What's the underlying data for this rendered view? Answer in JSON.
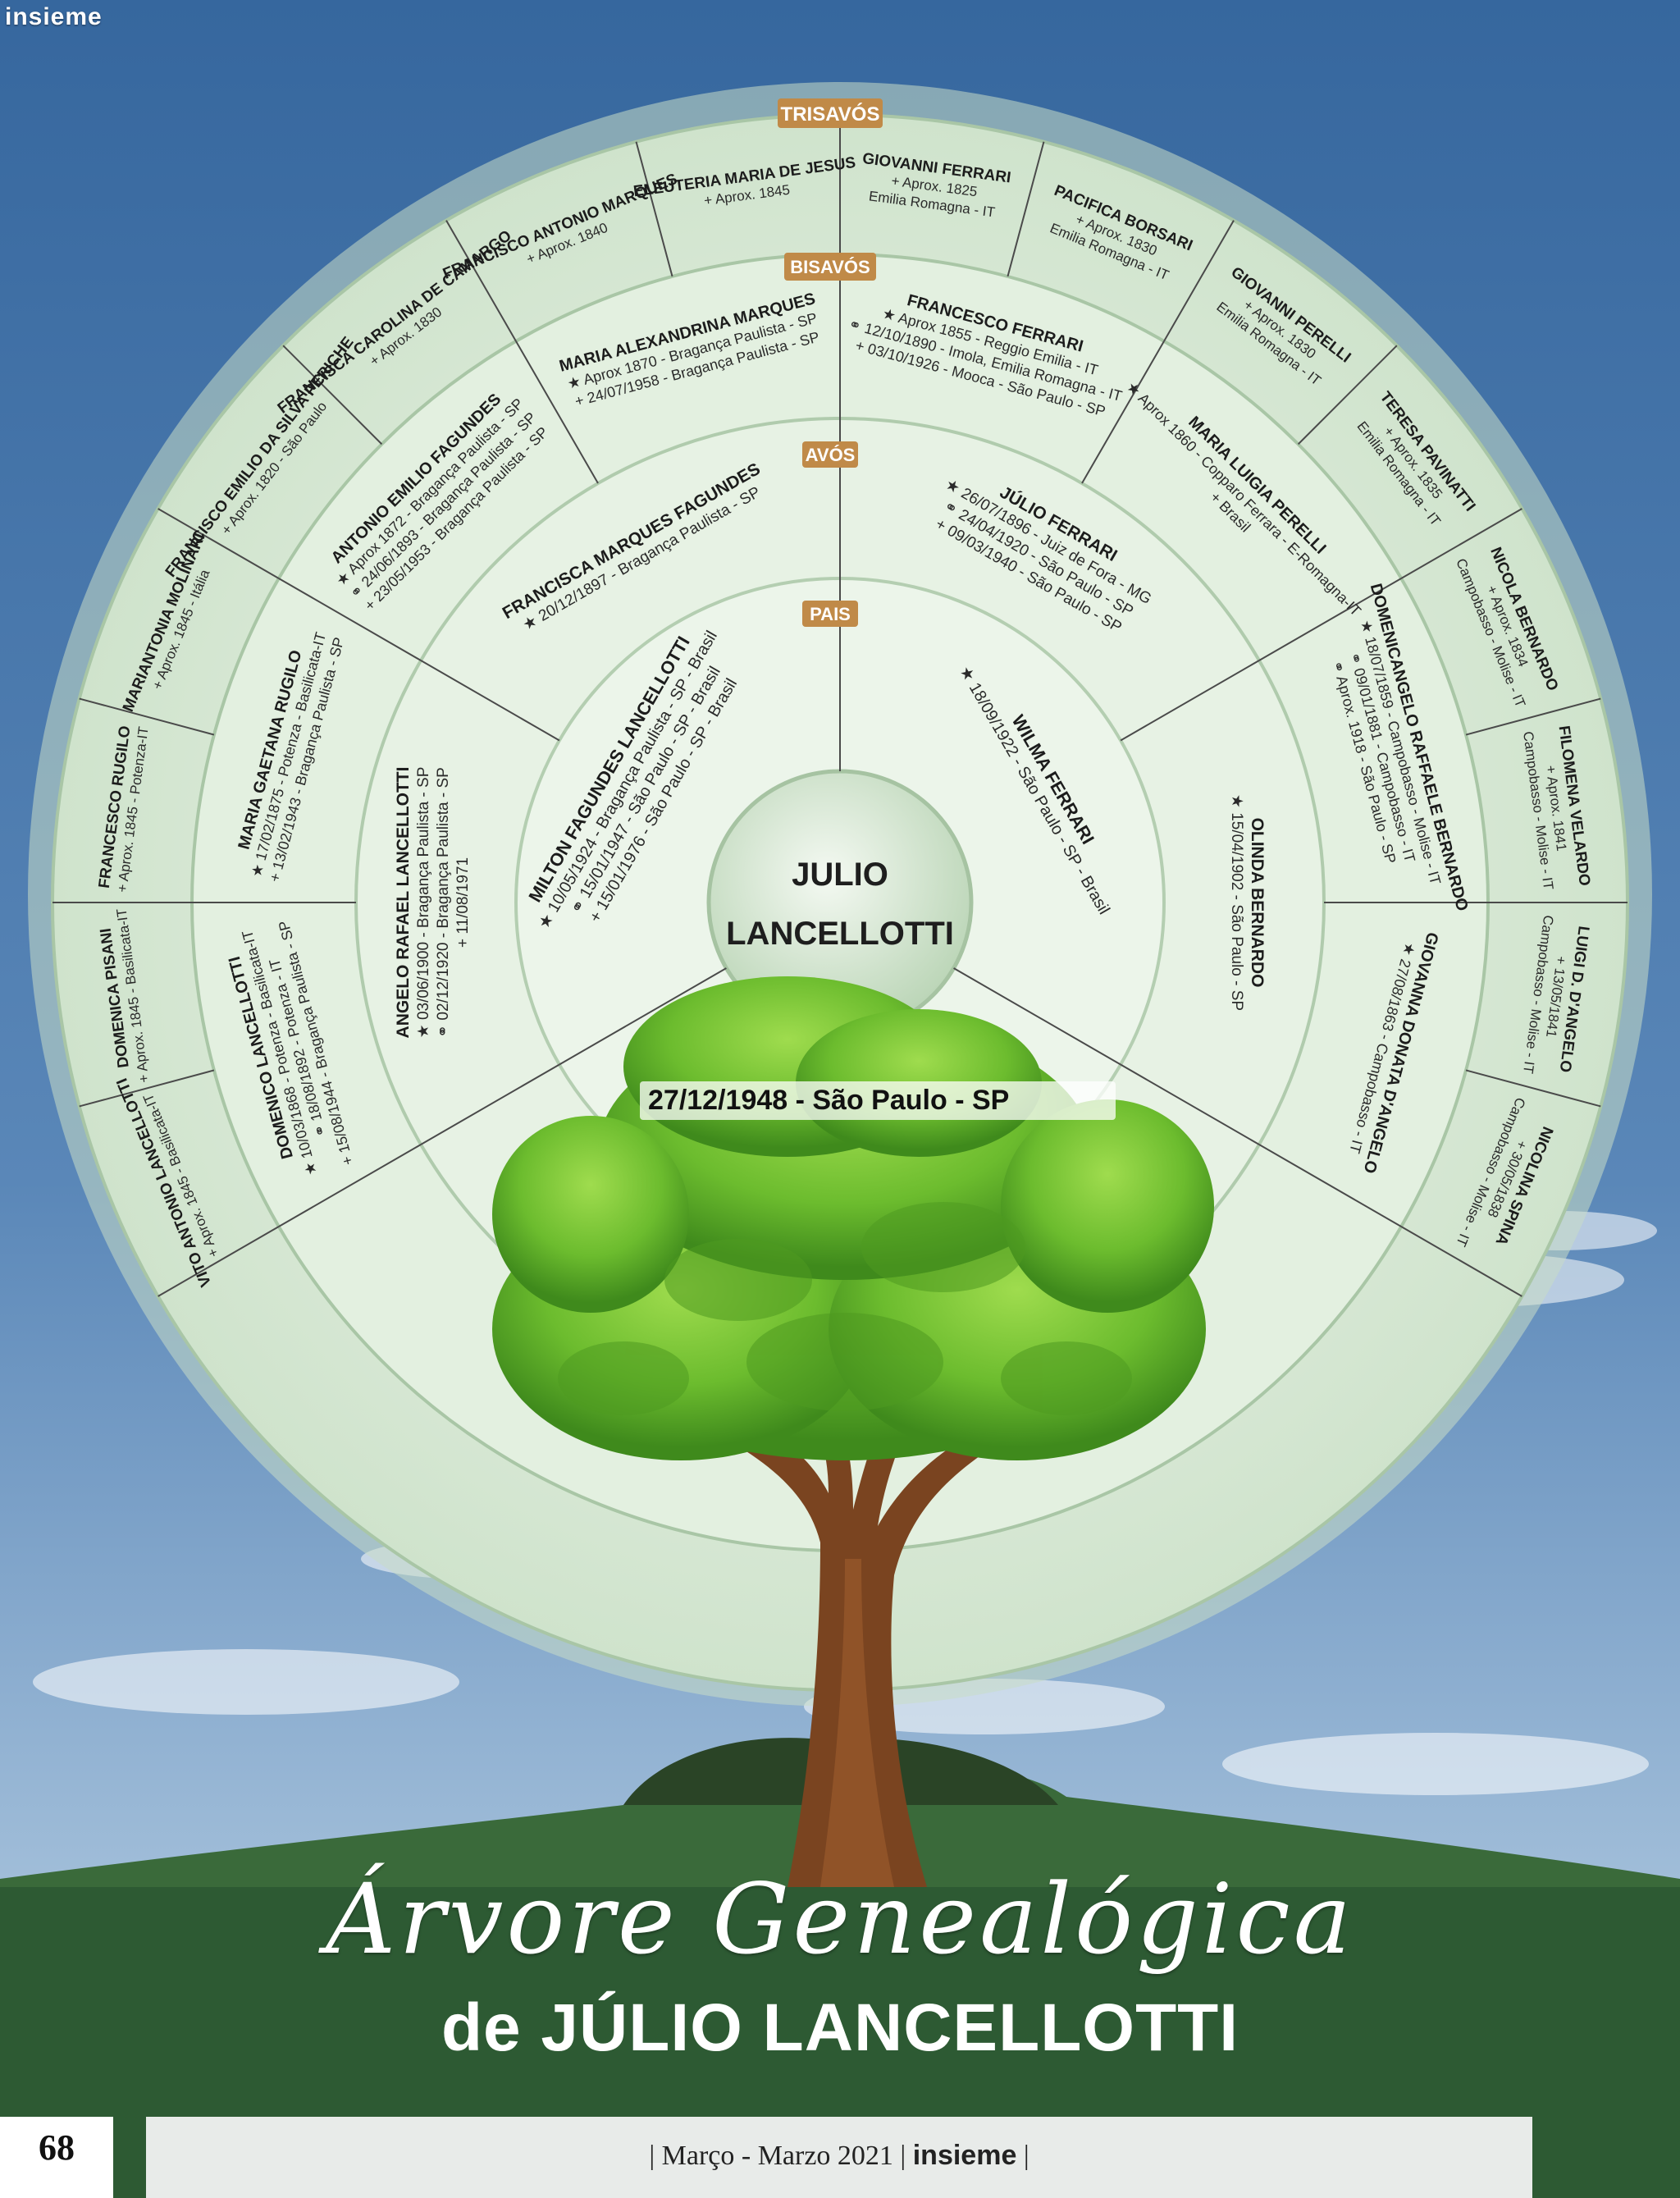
{
  "header": {
    "magazine": "insieme"
  },
  "rings": {
    "pais": "PAIS",
    "avos": "AVÓS",
    "bisavos": "BISAVÓS",
    "trisavos": "TRISAVÓS"
  },
  "center": {
    "first": "JULIO",
    "last": "LANCELLOTTI",
    "birth": "27/12/1948 - São Paulo - SP"
  },
  "people": {
    "pai": {
      "name": "MILTON FAGUNDES LANCELLOTTI",
      "lines": [
        "★ 10/05/1924 - Bragança Paulista - SP - Brasil",
        "⚭ 15/01/1947 - São Paulo - SP - Brasil",
        "+ 15/01/1976 - São Paulo - SP - Brasil"
      ]
    },
    "mae": {
      "name": "WILMA FERRARI",
      "lines": [
        "★ 18/09/1922 - São Paulo - SP - Brasil"
      ]
    },
    "avo_pm": {
      "name": "FRANCISCA MARQUES FAGUNDES",
      "lines": [
        "★ 20/12/1897 - Bragança Paulista - SP"
      ]
    },
    "avo_pp": {
      "name": "ANGELO RAFAEL LANCELLOTTI",
      "lines": [
        "★ 03/06/1900 - Bragança Paulista - SP",
        "⚭ 02/12/1920 - Bragança Paulista - SP",
        "+ 11/08/1971"
      ]
    },
    "avo_mp": {
      "name": "JÚLIO FERRARI",
      "lines": [
        "★ 26/07/1896 - Juiz de Fora - MG",
        "⚭ 24/04/1920 - São Paulo - SP",
        "+ 09/03/1940 - São Paulo - SP"
      ]
    },
    "avo_mm": {
      "name": "OLINDA BERNARDO",
      "lines": [
        "★ 15/04/1902 - São Paulo - SP"
      ]
    },
    "b1": {
      "name": "DOMENICO LANCELLOTTI",
      "lines": [
        "★ 10/03/1868 - Potenza - Basilicata-IT",
        "⚭ 18/08/1892 - Potenza - IT",
        "+ 15/08/1944 - Bragança Paulista - SP"
      ]
    },
    "b2": {
      "name": "MARIA GAETANA RUGILO",
      "lines": [
        "★ 17/02/1875 - Potenza - Basilicata-IT",
        "+ 13/02/1943 - Bragança Paulista - SP"
      ]
    },
    "b3": {
      "name": "ANTONIO EMILIO FAGUNDES",
      "lines": [
        "★ Aprox 1872 - Bragança Paulista - SP",
        "⚭ 24/06/1893 - Bragança Paulista - SP",
        "+ 23/05/1953 - Bragança Paulista - SP"
      ]
    },
    "b4": {
      "name": "MARIA ALEXANDRINA MARQUES",
      "lines": [
        "★ Aprox 1870 - Bragança Paulista - SP",
        "+ 24/07/1958 - Bragança Paulista - SP"
      ]
    },
    "b5": {
      "name": "FRANCESCO FERRARI",
      "lines": [
        "★ Aprox 1855 - Reggio Emilia - IT",
        "⚭ 12/10/1890 - Imola, Emilia Romagna - IT",
        "+ 03/10/1926 - Mooca - São Paulo - SP"
      ]
    },
    "b6": {
      "name": "MARIA LUIGIA PERELLI",
      "lines": [
        "★ Aprox 1860 - Copparo Ferrara - E-Romagna-IT",
        "+ Brasil"
      ]
    },
    "b7": {
      "name": "DOMENICANGELO RAFFAELE BERNARDO",
      "lines": [
        "★ 18/07/1859 - Campobasso - Molise - IT",
        "⚭ 09/01/1881 - Campobasso - IT",
        "⚭ Aprox. 1918 - São Paulo - SP"
      ]
    },
    "b8": {
      "name": "GIOVANNA DONATA D'ANGELO",
      "lines": [
        "★ 27/08/1863 - Campobasso - IT"
      ]
    },
    "t1": {
      "name": "VITO ANTONIO LANCELLOTTI",
      "lines": [
        "+ Aprox. 1845 - Basilicata-IT"
      ]
    },
    "t2": {
      "name": "DOMENICA PISANI",
      "lines": [
        "+ Aprox. 1845 - Basilicata-IT"
      ]
    },
    "t3": {
      "name": "FRANCESCO RUGILO",
      "lines": [
        "+ Aprox. 1845 - Potenza-IT"
      ]
    },
    "t4": {
      "name": "MARIANTONIA MOLINARI",
      "lines": [
        "+ Aprox. 1845 - Itália"
      ]
    },
    "t5": {
      "name": "FRANCISCO EMILIO DA SILVA PERICHE",
      "lines": [
        "+ Aprox. 1820 - São Paulo"
      ]
    },
    "t6": {
      "name": "FRANCISCA CAROLINA DE CAMARGO",
      "lines": [
        "+ Aprox. 1830"
      ]
    },
    "t7": {
      "name": "FRANCISCO ANTONIO MARQUES",
      "lines": [
        "+ Aprox. 1840"
      ]
    },
    "t8": {
      "name": "ELEUTERIA MARIA DE JESUS",
      "lines": [
        "+ Aprox. 1845"
      ]
    },
    "t9": {
      "name": "GIOVANNI FERRARI",
      "lines": [
        "+ Aprox. 1825",
        "Emilia Romagna - IT"
      ]
    },
    "t10": {
      "name": "PACIFICA BORSARI",
      "lines": [
        "+ Aprox. 1830",
        "Emilia Romagna - IT"
      ]
    },
    "t11": {
      "name": "GIOVANNI PERELLI",
      "lines": [
        "+ Aprox. 1830",
        "Emilia Romagna - IT"
      ]
    },
    "t12": {
      "name": "TERESA PAVINATTI",
      "lines": [
        "+ Aprox. 1835",
        "Emilia Romagna - IT"
      ]
    },
    "t13": {
      "name": "NICOLA BERNARDO",
      "lines": [
        "+ Aprox. 1834",
        "Campobasso - Molise - IT"
      ]
    },
    "t14": {
      "name": "FILOMENA VELARDO",
      "lines": [
        "+ Aprox. 1841",
        "Campobasso - Molise - IT"
      ]
    },
    "t15": {
      "name": "LUIGI D. D'ANGELO",
      "lines": [
        "+ 13/05/1841",
        "Campobasso - Molise - IT"
      ]
    },
    "t16": {
      "name": "NICOLINA SPINA",
      "lines": [
        "+ 30/05/1838",
        "Campobasso - Molise - IT"
      ]
    }
  },
  "title": {
    "script": "Árvore Genealógica",
    "main": "de JÚLIO LANCELLOTTI"
  },
  "footer": {
    "page": "68",
    "date": "| Março - Marzo 2021 |",
    "brand": "insieme",
    "end": "|"
  },
  "colors": {
    "sky_top": "#3e6ea3",
    "sky_bottom": "#9dbcd8",
    "ground": "#2e5c36",
    "ring": "#dfeedd",
    "ring_edge": "#b5cfb3",
    "label_tag": "#c08a48",
    "foliage": "#67b52c",
    "trunk": "#7a4420"
  }
}
